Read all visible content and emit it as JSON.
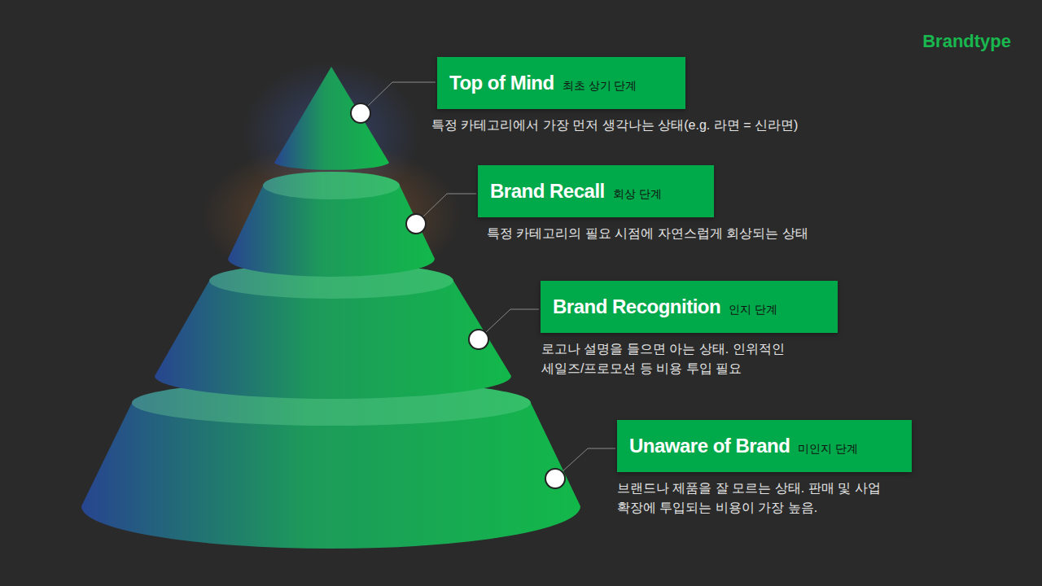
{
  "diagram": {
    "nodes": [
      {
        "text": [
          "Top of Mind",
          "최초 상기 단계",
          "특정 카테고리에서 가장 먼저 생각나는 상태(e.g. 라면 = 신라면)"
        ]
      },
      {
        "text": [
          "Brand Recall",
          "회상 단계",
          "특정 카테고리의 필요 시점에 자연스럽게 회상되는 상태"
        ]
      },
      {
        "text": [
          "Brand Recognition",
          "인지 단계",
          "로고나 설명을 들으면 아는 상태. 인위적인 세일즈/프로모션 등 비용 투입 필요"
        ]
      },
      {
        "text": [
          "Unaware of Brand",
          "미인지 단계",
          "브랜드나 제품을 잘 모르는 상태. 판매 및 사업 확장에 투입되는 비용이 가장 높음."
        ]
      }
    ],
    "labels": [
      "Brandtype"
    ]
  }
}
